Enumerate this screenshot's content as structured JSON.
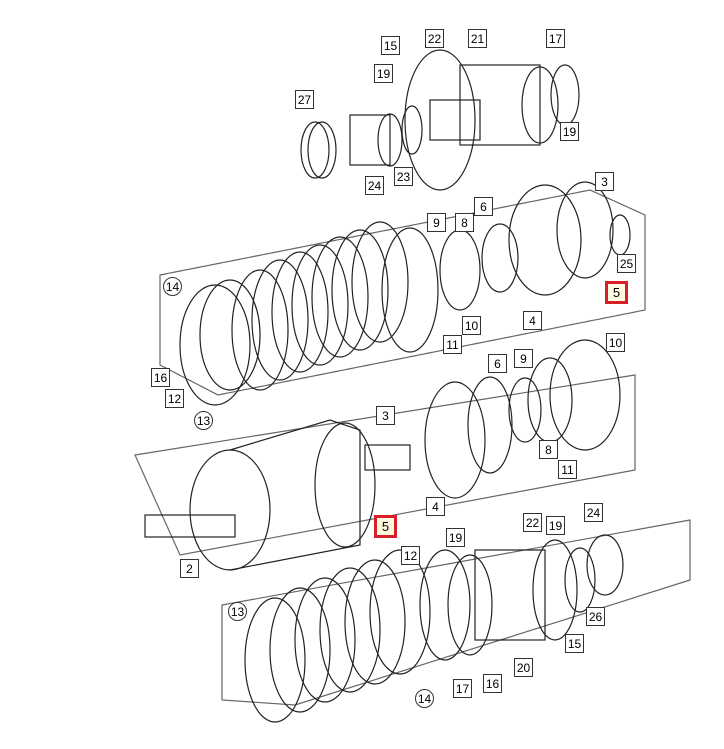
{
  "diagram": {
    "callouts": [
      {
        "id": "c15a",
        "label": "15"
      },
      {
        "id": "c22a",
        "label": "22"
      },
      {
        "id": "c21",
        "label": "21"
      },
      {
        "id": "c17a",
        "label": "17"
      },
      {
        "id": "c19a",
        "label": "19"
      },
      {
        "id": "c27",
        "label": "27"
      },
      {
        "id": "c19b",
        "label": "19"
      },
      {
        "id": "c24a",
        "label": "24"
      },
      {
        "id": "c23",
        "label": "23"
      },
      {
        "id": "c3a",
        "label": "3"
      },
      {
        "id": "c6a",
        "label": "6"
      },
      {
        "id": "c9a",
        "label": "9"
      },
      {
        "id": "c8a",
        "label": "8"
      },
      {
        "id": "c25",
        "label": "25"
      },
      {
        "id": "c5a",
        "label": "5",
        "highlight": true
      },
      {
        "id": "c14a",
        "label": "14",
        "circle": true
      },
      {
        "id": "c4a",
        "label": "4"
      },
      {
        "id": "c10a",
        "label": "10"
      },
      {
        "id": "c11a",
        "label": "11"
      },
      {
        "id": "c16a",
        "label": "16"
      },
      {
        "id": "c12a",
        "label": "12"
      },
      {
        "id": "c13a",
        "label": "13",
        "circle": true
      },
      {
        "id": "c10b",
        "label": "10"
      },
      {
        "id": "c6b",
        "label": "6"
      },
      {
        "id": "c9b",
        "label": "9"
      },
      {
        "id": "c3b",
        "label": "3"
      },
      {
        "id": "c8b",
        "label": "8"
      },
      {
        "id": "c11b",
        "label": "11"
      },
      {
        "id": "c4b",
        "label": "4"
      },
      {
        "id": "c5b",
        "label": "5",
        "highlight": true
      },
      {
        "id": "c2",
        "label": "2"
      },
      {
        "id": "c24b",
        "label": "24"
      },
      {
        "id": "c22b",
        "label": "22"
      },
      {
        "id": "c19c",
        "label": "19"
      },
      {
        "id": "c19d",
        "label": "19"
      },
      {
        "id": "c12b",
        "label": "12"
      },
      {
        "id": "c13b",
        "label": "13",
        "circle": true
      },
      {
        "id": "c26",
        "label": "26"
      },
      {
        "id": "c15b",
        "label": "15"
      },
      {
        "id": "c20",
        "label": "20"
      },
      {
        "id": "c17b",
        "label": "17"
      },
      {
        "id": "c16b",
        "label": "16"
      },
      {
        "id": "c14b",
        "label": "14",
        "circle": true
      }
    ],
    "colors": {
      "ink": "#222222",
      "highlight": "#d61f26",
      "highlight_fill": "#fffbe0"
    }
  }
}
